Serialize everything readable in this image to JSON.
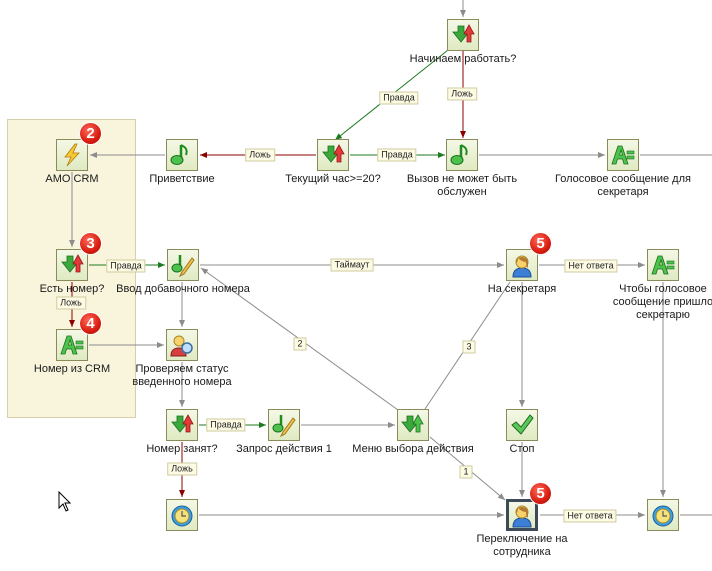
{
  "colors": {
    "true_edge": "#1e7a1e",
    "false_edge": "#8b0000",
    "default_edge": "#8c8c8c",
    "group_bg": "#f8f5dc",
    "badge": "#d81c10"
  },
  "nodes": [
    {
      "id": "start_work",
      "label": "Начинаем работать?",
      "icon": "condition-icon"
    },
    {
      "id": "greeting",
      "label": "Приветствие",
      "icon": "music-note-icon"
    },
    {
      "id": "amo_crm",
      "label": "AMO CRM",
      "icon": "lightning-icon",
      "badge": "2"
    },
    {
      "id": "hour_check",
      "label": "Текущий час>=20?",
      "icon": "condition-icon"
    },
    {
      "id": "cannot_serve",
      "label": "Вызов не может быть\nобслужен",
      "icon": "music-note-icon"
    },
    {
      "id": "voice_secretary",
      "label": "Голосовое сообщение для\nсекретаря",
      "icon": "text-to-speech-icon"
    },
    {
      "id": "has_number",
      "label": "Есть номер?",
      "icon": "condition-icon",
      "badge": "3"
    },
    {
      "id": "enter_ext",
      "label": "Ввод добавочного номера",
      "icon": "music-input-icon"
    },
    {
      "id": "to_secretary",
      "label": "На секретаря",
      "icon": "operator-icon",
      "badge": "5"
    },
    {
      "id": "voice_to_secretary",
      "label": "Чтобы голосовое\nсообщение пришло\nсекретарю",
      "icon": "text-to-speech-icon"
    },
    {
      "id": "number_from_crm",
      "label": "Номер из CRM",
      "icon": "text-to-speech-icon",
      "badge": "4"
    },
    {
      "id": "check_status",
      "label": "Проверяем статус\nвведенного номера",
      "icon": "user-search-icon"
    },
    {
      "id": "number_busy",
      "label": "Номер занят?",
      "icon": "condition-icon"
    },
    {
      "id": "action_request",
      "label": "Запрос действия 1",
      "icon": "music-input-icon"
    },
    {
      "id": "action_menu",
      "label": "Меню выбора действия",
      "icon": "menu-icon"
    },
    {
      "id": "stop",
      "label": "Стоп",
      "icon": "checkmark-icon"
    },
    {
      "id": "wait1",
      "label": "",
      "icon": "alarm-clock-icon"
    },
    {
      "id": "transfer_employee",
      "label": "Переключение на\nсотрудника",
      "icon": "operator-icon",
      "badge": "5",
      "selected": true
    },
    {
      "id": "wait2",
      "label": "",
      "icon": "alarm-clock-icon"
    }
  ],
  "edge_labels": {
    "truth": "Правда",
    "false": "Ложь",
    "timeout": "Таймаут",
    "no_answer": "Нет ответа",
    "opt1": "1",
    "opt2": "2",
    "opt3": "3"
  }
}
